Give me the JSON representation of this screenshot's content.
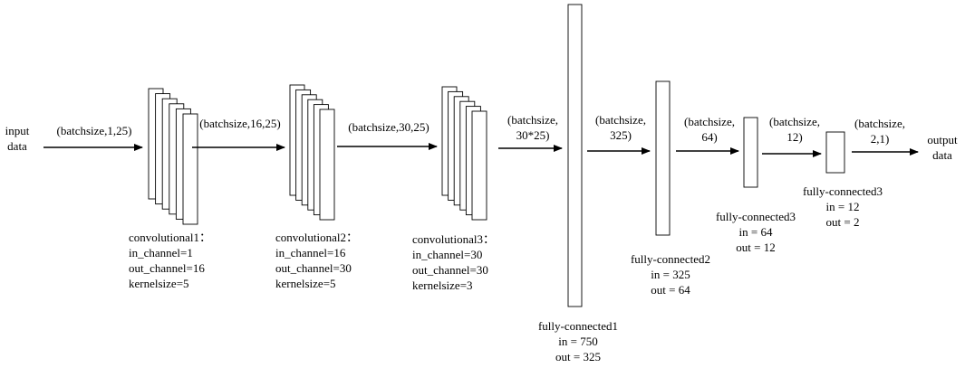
{
  "io": {
    "input": [
      "input",
      "data"
    ],
    "output": [
      "output",
      "data"
    ]
  },
  "shapes": [
    "(batchsize,1,25)",
    [
      "(batchsize,16,25)"
    ],
    [
      "(batchsize,30,25)"
    ],
    [
      "(batchsize,",
      "30*25)"
    ],
    [
      "(batchsize,",
      "325)"
    ],
    [
      "(batchsize,",
      "64)"
    ],
    [
      "(batchsize,",
      "12)"
    ],
    [
      "(batchsize,",
      "2,1)"
    ]
  ],
  "layers": {
    "conv1": [
      "convolutional1：",
      "in_channel=1",
      "out_channel=16",
      "kernelsize=5"
    ],
    "conv2": [
      "convolutional2：",
      "in_channel=16",
      "out_channel=30",
      "kernelsize=5"
    ],
    "conv3": [
      "convolutional3：",
      "in_channel=30",
      "out_channel=30",
      "kernelsize=3"
    ],
    "fc1": [
      "fully-connected1",
      "in = 750",
      "out = 325"
    ],
    "fc2": [
      "fully-connected2",
      "in = 325",
      "out = 64"
    ],
    "fc3a": [
      "fully-connected3",
      "in = 64",
      "out = 12"
    ],
    "fc3b": [
      "fully-connected3",
      "in = 12",
      "out = 2"
    ]
  }
}
